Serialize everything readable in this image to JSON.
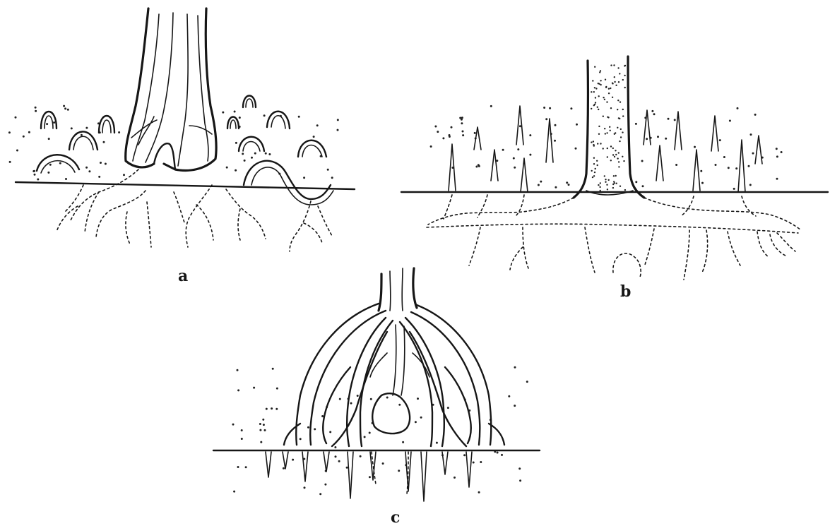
{
  "panels": [
    {
      "id": "a",
      "label": "a"
    },
    {
      "id": "b",
      "label": "b"
    },
    {
      "id": "c",
      "label": "c"
    }
  ]
}
